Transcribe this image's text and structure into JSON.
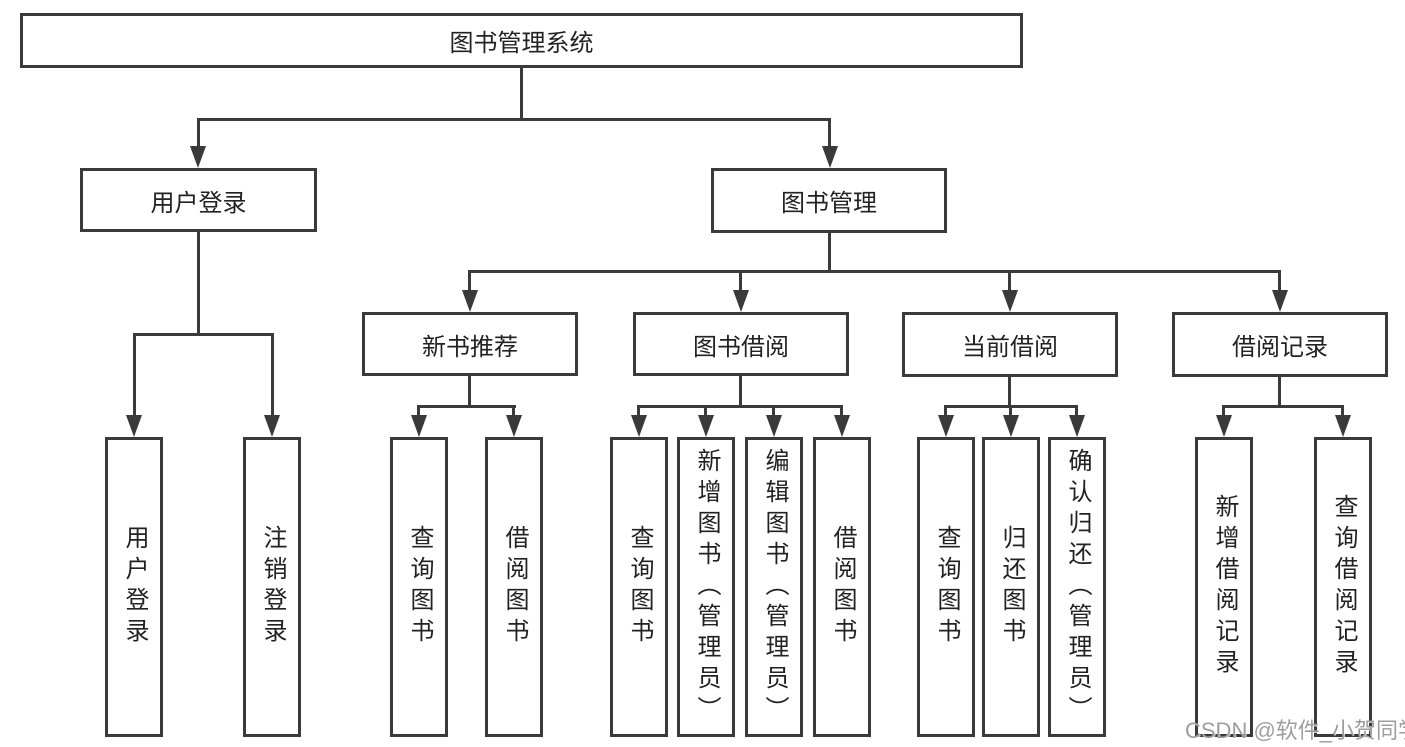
{
  "diagram": {
    "root": "图书管理系统",
    "level2": {
      "user_login": "用户登录",
      "book_mgmt": "图书管理"
    },
    "level3": {
      "new_books": "新书推荐",
      "borrowing": "图书借阅",
      "current": "当前借阅",
      "records": "借阅记录"
    },
    "leaves": {
      "user_login": [
        "用户登录",
        "注销登录"
      ],
      "new_books": [
        "查询图书",
        "借阅图书"
      ],
      "borrowing": [
        "查询图书",
        "新增图书（管理员）",
        "编辑图书（管理员）",
        "借阅图书"
      ],
      "current": [
        "查询图书",
        "归还图书",
        "确认归还（管理员）"
      ],
      "records": [
        "新增借阅记录",
        "查询借阅记录"
      ]
    },
    "watermark": "CSDN @软件_小贺同学",
    "colors": {
      "line": "#3a3a3a",
      "text": "#222222",
      "watermark": "#9e9e9e",
      "background": "#ffffff"
    }
  }
}
